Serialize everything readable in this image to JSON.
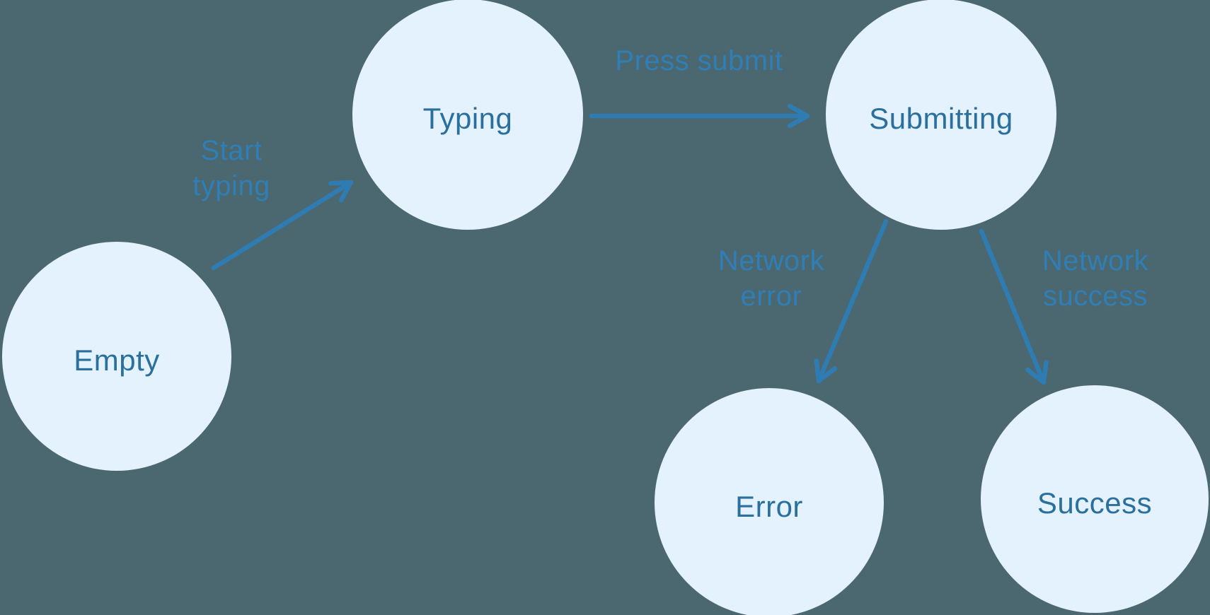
{
  "diagram_type": "state-machine",
  "colors": {
    "background": "#4b6770",
    "node_fill": "#e3f2fc",
    "node_text": "#2a6f9e",
    "arrow": "#2e7cb2",
    "edge_label_text": "#2f7fb6"
  },
  "nodes": {
    "empty": {
      "label": "Empty"
    },
    "typing": {
      "label": "Typing"
    },
    "submitting": {
      "label": "Submitting"
    },
    "error": {
      "label": "Error"
    },
    "success": {
      "label": "Success"
    }
  },
  "transitions": {
    "start_typing": {
      "label": "Start\ntyping",
      "from": "Empty",
      "to": "Typing"
    },
    "press_submit": {
      "label": "Press submit",
      "from": "Typing",
      "to": "Submitting"
    },
    "network_error": {
      "label": "Network\nerror",
      "from": "Submitting",
      "to": "Error"
    },
    "network_success": {
      "label": "Network\nsuccess",
      "from": "Submitting",
      "to": "Success"
    }
  }
}
